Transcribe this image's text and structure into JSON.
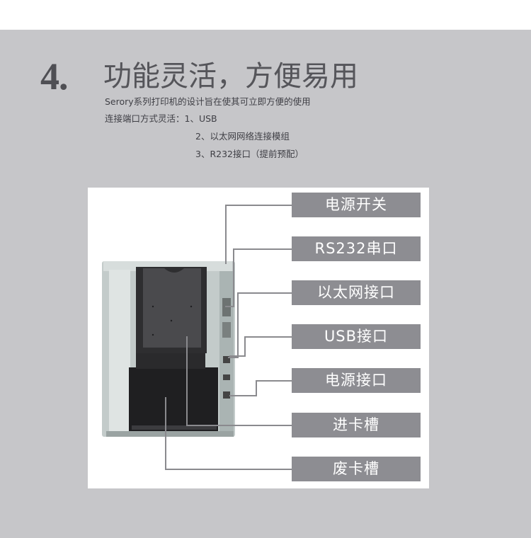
{
  "header": {
    "number": "4.",
    "title": "功能灵活，方便易用"
  },
  "description": {
    "line1": "Serory系列打印机的设计旨在使其可立即方便的使用",
    "line2": "连接端口方式灵活：1、USB",
    "line3": "2、以太网网络连接模组",
    "line4": "3、R232接口（提前预配）"
  },
  "callouts": [
    "电源开关",
    "RS232串口",
    "以太网接口",
    "USB接口",
    "电源接口",
    "进卡槽",
    "废卡槽"
  ],
  "colors": {
    "panel_background": "#c6c6c9",
    "label_background": "#8d8d92",
    "label_text": "#ffffff",
    "title_text": "#55555a"
  }
}
